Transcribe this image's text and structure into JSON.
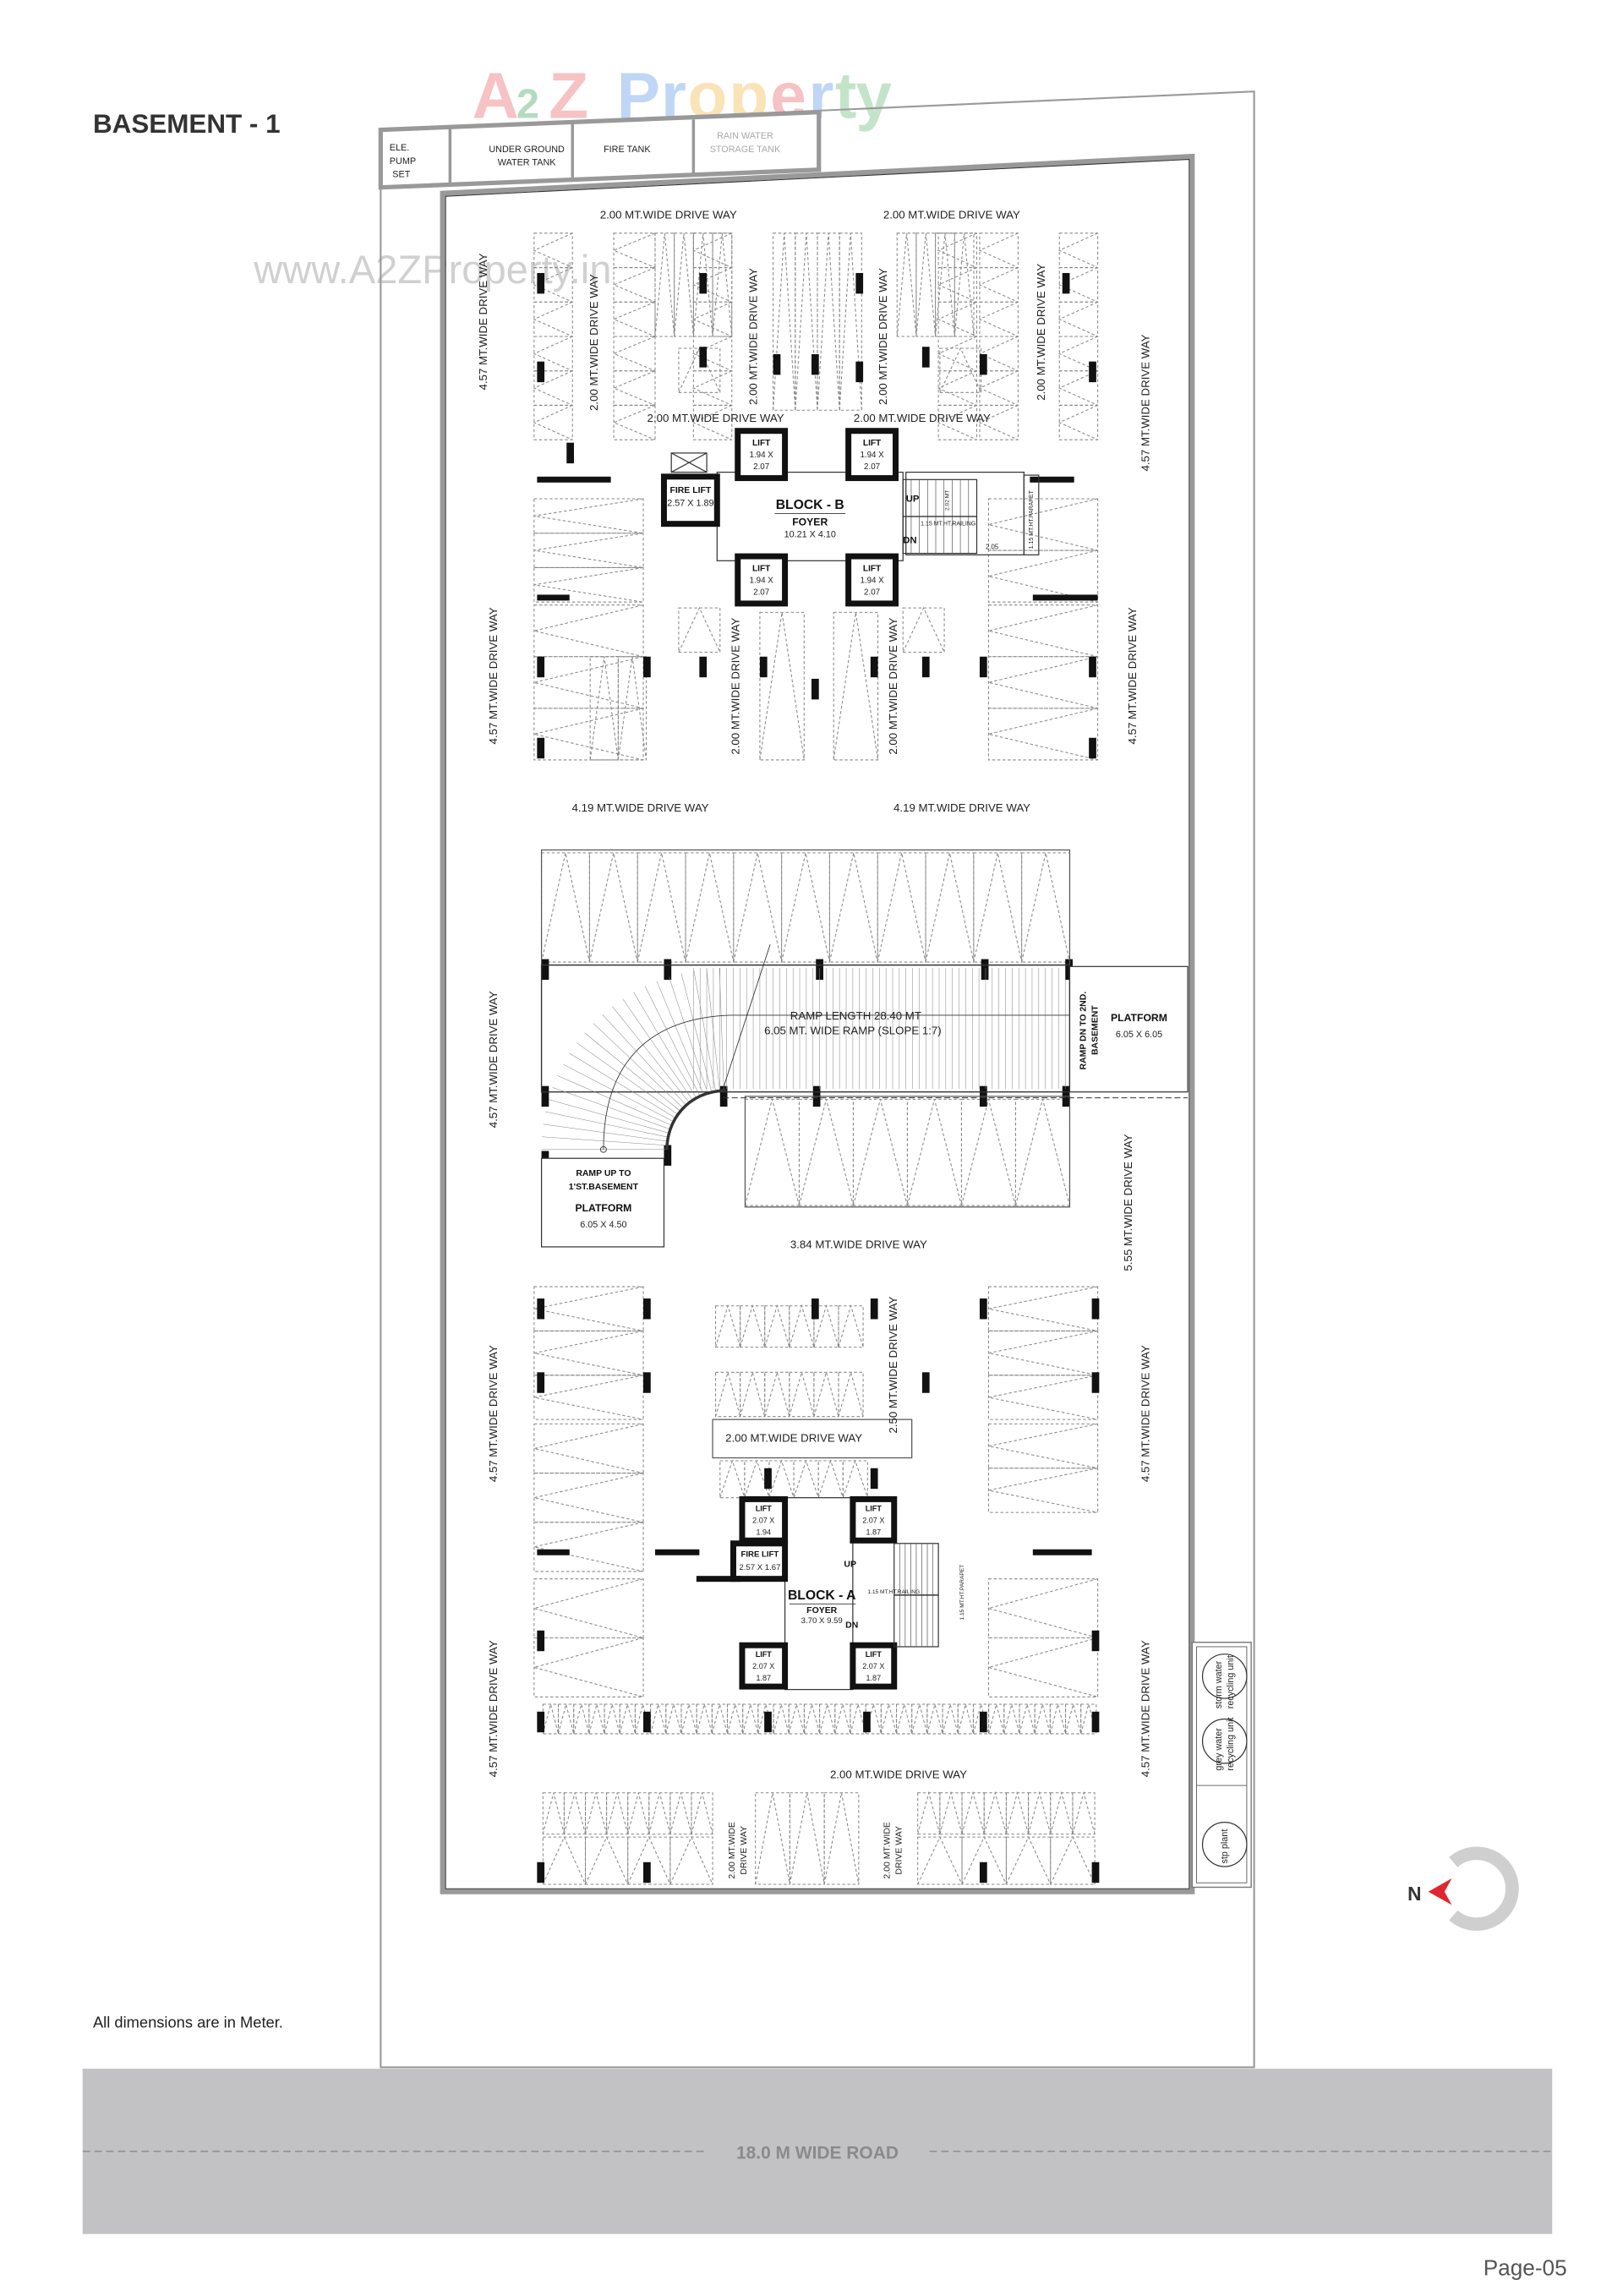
{
  "page": {
    "title": "BASEMENT - 1",
    "note": "All dimensions are in Meter.",
    "page_number": "Page-05",
    "watermark_logo": "A2Z Property",
    "watermark_url": "www.A2ZProperty.in"
  },
  "tanks": {
    "pump": [
      "ELE.",
      "PUMP",
      "SET"
    ],
    "ug_tank": [
      "UNDER GROUND",
      "WATER TANK"
    ],
    "fire_tank": "FIRE TANK",
    "rain_tank": [
      "RAIN WATER",
      "STORAGE TANK"
    ]
  },
  "driveways": [
    "2.00 MT.WIDE DRIVE WAY",
    "2.00 MT.WIDE DRIVE WAY",
    "4.57 MT.WIDE DRIVE WAY",
    "2.00 MT.WIDE DRIVE WAY",
    "2.00 MT.WIDE DRIVE WAY",
    "2.00 MT.WIDE DRIVE WAY",
    "2.00 MT.WIDE DRIVE WAY",
    "4.57 MT.WIDE DRIVE WAY",
    "2.00 MT.WIDE DRIVE WAY",
    "2.00 MT.WIDE DRIVE WAY",
    "4.57 MT.WIDE DRIVE WAY",
    "2.00 MT.WIDE DRIVE WAY",
    "2.00 MT.WIDE DRIVE WAY",
    "4.57 MT.WIDE DRIVE WAY",
    "4.19 MT.WIDE DRIVE WAY",
    "4.19 MT.WIDE DRIVE WAY",
    "4.57 MT.WIDE DRIVE WAY",
    "5.55 MT.WIDE DRIVE WAY",
    "3.84 MT.WIDE DRIVE WAY",
    "4.57 MT.WIDE DRIVE WAY",
    "2.50 MT.WIDE DRIVE WAY",
    "2.00 MT.WIDE DRIVE WAY",
    "4.57 MT.WIDE DRIVE WAY",
    "4.57 MT.WIDE DRIVE WAY",
    "4.57 MT.WIDE DRIVE WAY",
    "2.00 MT.WIDE DRIVE WAY",
    "2.00 MT.WIDE",
    "DRIVE WAY",
    "2.00 MT.WIDE",
    "DRIVE WAY"
  ],
  "block_b": {
    "name": "BLOCK - B",
    "foyer": "FOYER",
    "foyer_size": "10.21 X 4.10",
    "lift_label": "LIFT",
    "lift_sizes": [
      [
        "1.94 X",
        "2.07"
      ],
      [
        "1.94 X",
        "2.07"
      ],
      [
        "1.94 X",
        "2.07"
      ],
      [
        "1.94 X",
        "2.07"
      ]
    ],
    "fire_lift": "FIRE  LIFT",
    "fire_lift_size": "2.57 X 1.89",
    "up": "UP",
    "dn": "DN",
    "railing": "1.15 MT.HT.RAILING",
    "stair_width": "2.02 MT",
    "landing": "2.05",
    "parapet": "1.15 MT.HT.PARAPET"
  },
  "ramp": {
    "length": "RAMP LENGTH 28.40 MT",
    "width": "6.05 MT. WIDE RAMP (SLOPE 1:7)",
    "down": [
      "RAMP DN TO 2ND.",
      "BASEMENT"
    ],
    "platform_label": "PLATFORM",
    "platform_right_size": "6.05 X 6.05",
    "up": [
      "RAMP UP TO",
      "1'ST.BASEMENT"
    ],
    "platform_left_size": "6.05 X 4.50"
  },
  "block_a": {
    "name": "BLOCK - A",
    "foyer": "FOYER",
    "foyer_size": "3.70 X 9.59",
    "lift_label": "LIFT",
    "lift_sizes": [
      [
        "2.07 X",
        "1.94"
      ],
      [
        "2.07 X",
        "1.87"
      ],
      [
        "2.07 X",
        "1.87"
      ],
      [
        "2.07 X",
        "1.87"
      ]
    ],
    "fire_lift": "FIRE LIFT",
    "fire_lift_size": "2.57 X 1.67",
    "up": "UP",
    "dn": "DN",
    "railing": "1.15 MT.HT.RAILING",
    "parapet": "1.15 MT.HT.PARAPET"
  },
  "utilities": {
    "storm": [
      "storm water",
      "recycling unit"
    ],
    "grey": [
      "grey water",
      "recycling unit"
    ],
    "stp": "stp plant"
  },
  "compass": {
    "label": "N",
    "arrow_color": "#e0262f"
  },
  "road": {
    "label": "18.0 M WIDE ROAD",
    "color": "#c2c2c4"
  }
}
